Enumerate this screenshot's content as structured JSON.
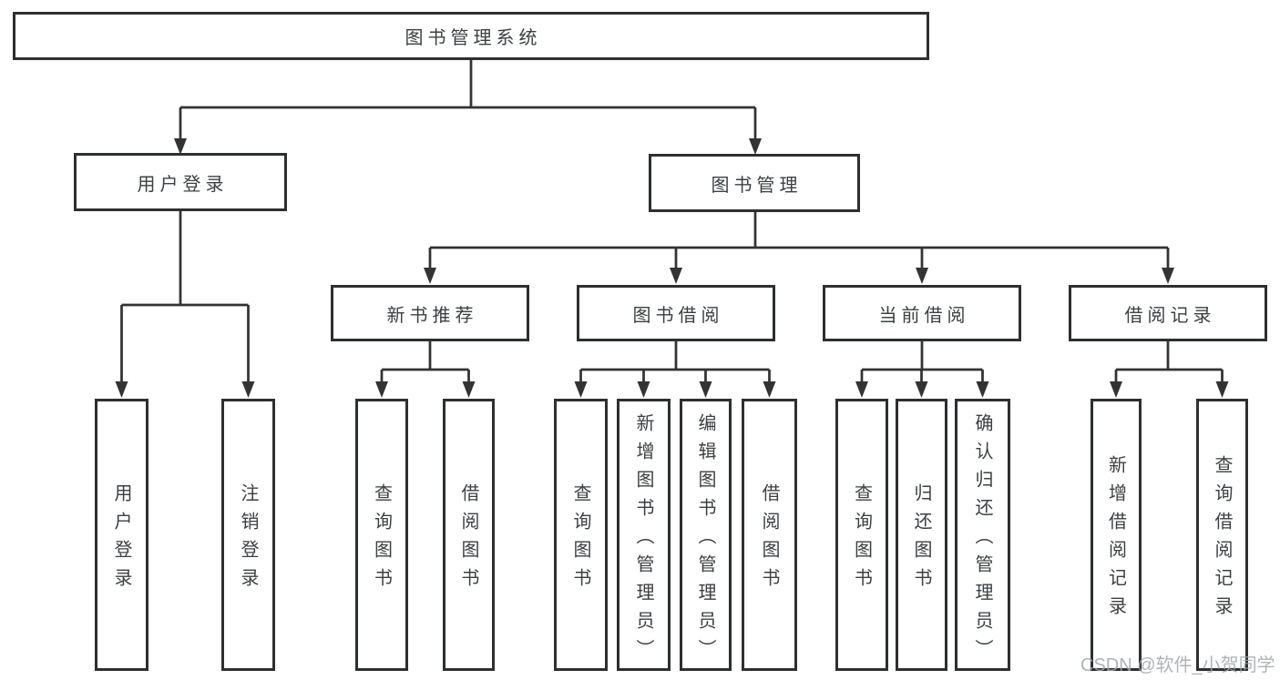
{
  "diagram": {
    "root": {
      "label": "图书管理系统"
    },
    "level2": {
      "user_login": {
        "label": "用户登录"
      },
      "book_mgmt": {
        "label": "图书管理"
      }
    },
    "level3": {
      "new_books": {
        "label": "新书推荐"
      },
      "book_borrow": {
        "label": "图书借阅"
      },
      "current_borrow": {
        "label": "当前借阅"
      },
      "borrow_records": {
        "label": "借阅记录"
      }
    },
    "leaves": {
      "login": {
        "label": "用户登录"
      },
      "logout": {
        "label": "注销登录"
      },
      "nb_query": {
        "label": "查询图书"
      },
      "nb_borrow": {
        "label": "借阅图书"
      },
      "bb_query": {
        "label": "查询图书"
      },
      "bb_add": {
        "label": "新增图书（管理员）"
      },
      "bb_edit": {
        "label": "编辑图书（管理员）"
      },
      "bb_borrow": {
        "label": "借阅图书"
      },
      "cb_query": {
        "label": "查询图书"
      },
      "cb_return": {
        "label": "归还图书"
      },
      "cb_confirm": {
        "label": "确认归还（管理员）"
      },
      "br_add": {
        "label": "新增借阅记录"
      },
      "br_query": {
        "label": "查询借阅记录"
      }
    }
  },
  "watermark": {
    "text": "CSDN @软件_小贺同学"
  },
  "colors": {
    "line": "#333333",
    "box_border": "#2d2f31",
    "text": "#3c4043",
    "watermark": "#a2a6aa",
    "background": "#ffffff"
  }
}
